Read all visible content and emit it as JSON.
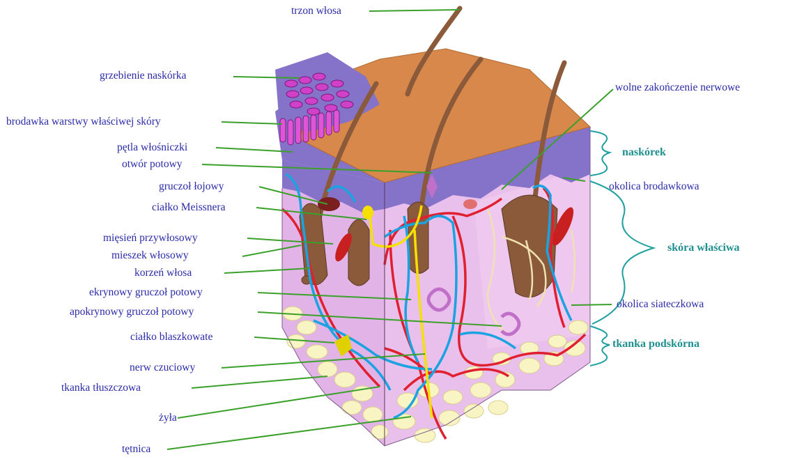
{
  "labels": {
    "trzon": "trzon włosa",
    "grzebienie": "grzebienie naskórka",
    "brodawka": "brodawka warstwy właściwej skóry",
    "petla": "pętla włośniczki",
    "otwor": "otwór potowy",
    "gruczol_lojowy": "gruczoł łojowy",
    "meissner": "ciałko Meissnera",
    "miesien": "mięsień przywłosowy",
    "mieszek": "mieszek włosowy",
    "korzen": "korzeń włosa",
    "ekrynowy": "ekrynowy gruczoł potowy",
    "apokrynowy": "apokrynowy gruczoł potowy",
    "blaszkowate": "ciałko blaszkowate",
    "nerw": "nerw czuciowy",
    "tluszczowa": "tkanka tłuszczowa",
    "zyla": "żyła",
    "tetnica": "tętnica",
    "wolne": "wolne zakończenie nerwowe",
    "brodawkowa": "okolica brodawkowa",
    "siateczkowa": "okolica siateczkowa"
  },
  "brackets": {
    "naskorek": "naskórek",
    "skora_wlasciwa": "skóra właściwa",
    "podskorna": "tkanka podskórna"
  },
  "colors": {
    "label_text": "#2a2aa8",
    "bracket_text": "#1f8f8f",
    "leader_line": "#3aa02a",
    "epidermis": "#8472c8",
    "hair": "#8a5a3a",
    "vein": "#1aa3e0",
    "artery": "#e02030",
    "nerve": "#f5e000",
    "dermis": "#e0b0e4",
    "fat": "#f7f2bf"
  }
}
